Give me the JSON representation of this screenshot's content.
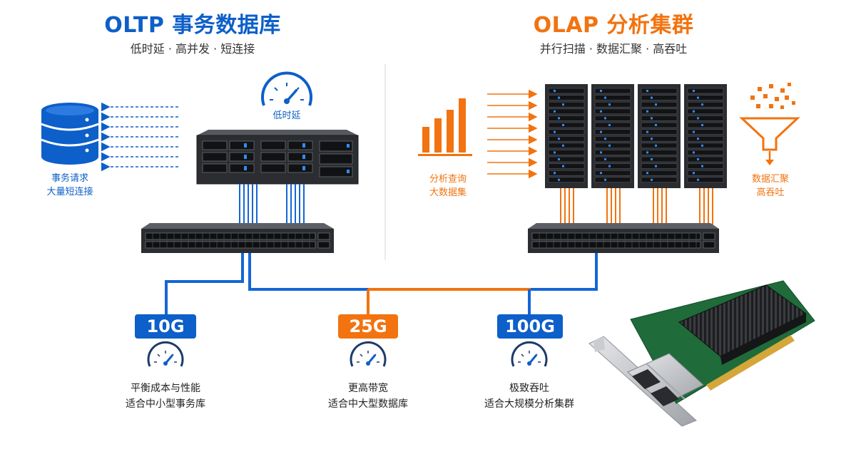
{
  "colors": {
    "blue": "#0d5fc9",
    "orange": "#f2730f",
    "dark": "#2b2d31",
    "card_green": "#1f6b3a"
  },
  "oltp": {
    "title": "OLTP 事务数据库",
    "subtitle": "低时延 · 高并发 · 短连接",
    "gauge_label": "低时延",
    "db_label_line1": "事务请求",
    "db_label_line2": "大量短连接",
    "icons": [
      "database-icon",
      "gauge-icon",
      "server-icon",
      "switch-icon"
    ]
  },
  "olap": {
    "title": "OLAP 分析集群",
    "subtitle": "并行扫描 · 数据汇聚 · 高吞吐",
    "chart_label_line1": "分析查询",
    "chart_label_line2": "大数据集",
    "funnel_label_line1": "数据汇聚",
    "funnel_label_line2": "高吞吐",
    "icons": [
      "bar-chart-icon",
      "rack-server-icon",
      "funnel-icon",
      "switch-icon"
    ]
  },
  "speeds": [
    {
      "badge": "10G",
      "color": "blue",
      "line1": "平衡成本与性能",
      "line2": "适合中小型事务库"
    },
    {
      "badge": "25G",
      "color": "orange",
      "line1": "更高带宽",
      "line2": "适合中大型数据库"
    },
    {
      "badge": "100G",
      "color": "blue",
      "line1": "极致吞吐",
      "line2": "适合大规模分析集群"
    }
  ],
  "nic_card": {
    "icon": "network-card-icon"
  }
}
